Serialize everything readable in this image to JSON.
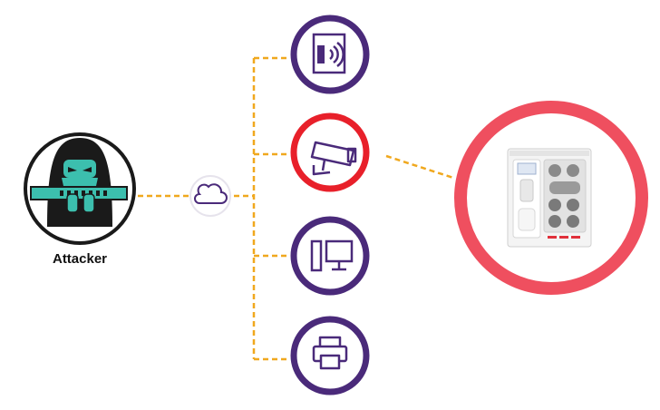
{
  "attacker": {
    "label": "Attacker",
    "icon": "hacker-icon"
  },
  "cloud": {
    "icon": "cloud-icon"
  },
  "devices": [
    {
      "id": "wireless-device",
      "icon": "wireless-device-icon",
      "ring_color": "#4a2a7a"
    },
    {
      "id": "camera",
      "icon": "security-camera-icon",
      "ring_color": "#e8202a"
    },
    {
      "id": "computer",
      "icon": "desktop-computer-icon",
      "ring_color": "#4a2a7a"
    },
    {
      "id": "printer",
      "icon": "printer-icon",
      "ring_color": "#4a2a7a"
    }
  ],
  "target": {
    "icon": "medical-analyzer-device",
    "ring_color": "#ef4f5f"
  },
  "colors": {
    "link": "#f0a81e",
    "icon_stroke": "#4a2a7a",
    "teal": "#3cbfae",
    "dark": "#1a1a1a"
  }
}
